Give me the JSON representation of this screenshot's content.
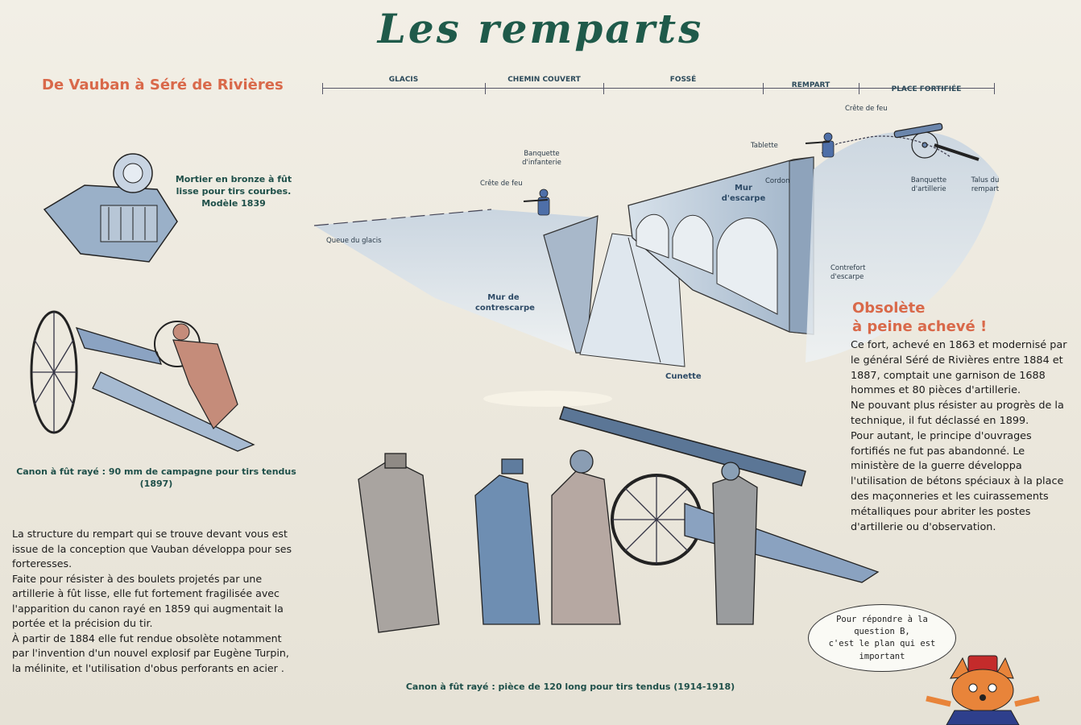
{
  "title": "Les remparts",
  "subtitle": "De Vauban à Séré de Rivières",
  "zones": [
    "GLACIS",
    "CHEMIN COUVERT",
    "FOSSÉ",
    "REMPART",
    "PLACE FORTIFIÉE"
  ],
  "diagram_labels": {
    "crete_feu_top": "Crête de feu",
    "tablette": "Tablette",
    "banquette_infanterie": "Banquette d'infanterie",
    "crete_feu": "Crête de feu",
    "queue_glacis": "Queue du glacis",
    "mur_escarpe": "Mur d'escarpe",
    "cordon": "Cordon",
    "banquette_artillerie": "Banquette d'artillerie",
    "talus_rempart": "Talus du rempart",
    "contrefort": "Contrefort d'escarpe",
    "mur_contrescarpe": "Mur de contrescarpe",
    "cunette": "Cunette"
  },
  "captions": {
    "mortier": "Mortier en bronze à fût lisse pour tirs courbes. Modèle 1839",
    "canon90": "Canon à fût rayé : 90 mm de campagne pour tirs tendus (1897)",
    "canon120": "Canon à fût rayé : pièce de 120 long pour tirs tendus (1914-1918)"
  },
  "left_text": [
    "La structure du rempart qui se trouve devant vous est issue de la conception que Vauban développa pour ses forteresses.",
    "Faite pour résister à des boulets projetés par une artillerie à fût lisse, elle fut fortement fragilisée avec l'apparition du canon rayé en 1859 qui augmentait la portée et la précision du tir.",
    "À partir de 1884 elle fut rendue obsolète notamment par l'invention d'un nouvel explosif par Eugène Turpin, la mélinite, et l'utilisation d'obus perforants en acier ."
  ],
  "obsolete": {
    "title_line1": "Obsolète",
    "title_line2": "à peine achevé !",
    "paragraphs": [
      "Ce fort, achevé en 1863 et modernisé par le général Séré de Rivières entre 1884 et 1887, comptait une garnison de 1688 hommes et 80 pièces d'artillerie.",
      "Ne pouvant plus résister au progrès de la technique, il fut déclassé en 1899.",
      "Pour autant, le principe d'ouvrages fortifiés ne fut pas abandonné. Le ministère de la guerre développa l'utilisation de bétons spéciaux à la place des maçonneries et les cuirassements métalliques pour abriter les postes d'artillerie ou d'observation."
    ]
  },
  "bubble": [
    "Pour répondre à la",
    "question B,",
    "c'est le plan qui est",
    "important"
  ],
  "colors": {
    "title": "#1f5a4a",
    "accent": "#d9694a",
    "steel": "#7f97b4"
  }
}
